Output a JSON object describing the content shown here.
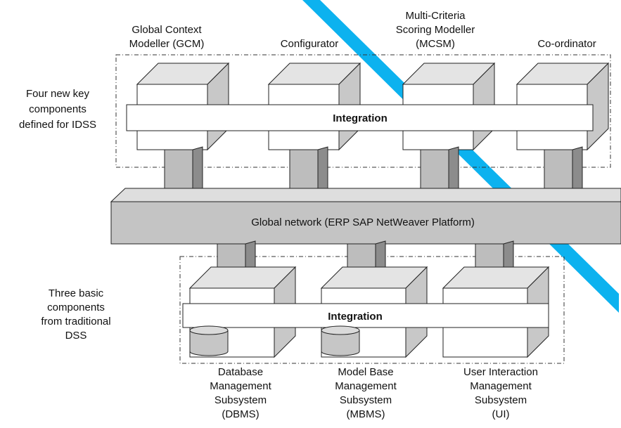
{
  "top_group": {
    "side_label": [
      "Four new key",
      "components",
      "defined for IDSS"
    ],
    "components": [
      {
        "lines": [
          "Global Context",
          "Modeller (GCM)"
        ]
      },
      {
        "lines": [
          "Configurator"
        ]
      },
      {
        "lines": [
          "Multi-Criteria",
          "Scoring Modeller",
          "(MCSM)"
        ]
      },
      {
        "lines": [
          "Co-ordinator"
        ]
      }
    ],
    "integration_label": "Integration"
  },
  "network": {
    "label": "Global network (ERP SAP NetWeaver Platform)"
  },
  "bottom_group": {
    "side_label": [
      "Three basic",
      "components",
      "from traditional",
      "DSS"
    ],
    "components": [
      {
        "lines": [
          "Database",
          "Management",
          "Subsystem",
          "(DBMS)"
        ]
      },
      {
        "lines": [
          "Model Base",
          "Management",
          "Subsystem",
          "(MBMS)"
        ]
      },
      {
        "lines": [
          "User Interaction",
          "Management",
          "Subsystem",
          "(UI)"
        ]
      }
    ],
    "integration_label": "Integration"
  },
  "colors": {
    "box_front": "#ffffff",
    "box_side": "#c8c8c8",
    "box_top": "#e4e4e4",
    "connector_front": "#bdbdbd",
    "connector_side": "#8c8c8c",
    "network_front": "#c4c4c4",
    "network_top": "#dedede",
    "outline": "#222222",
    "watermark": "#00aeef"
  }
}
